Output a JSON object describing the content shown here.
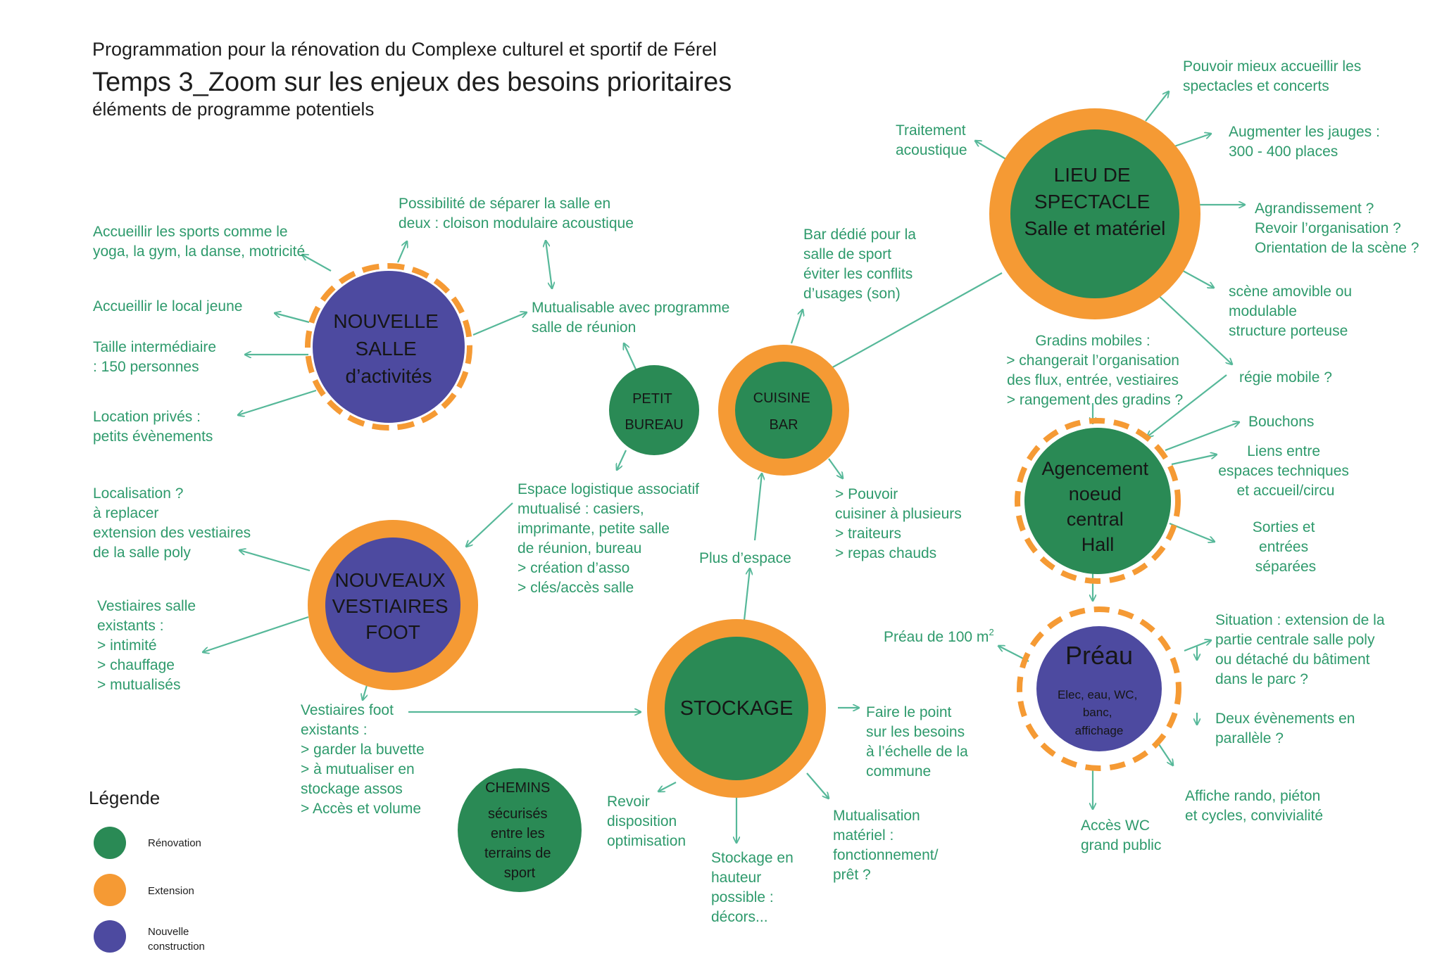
{
  "header": {
    "line1": "Programmation pour la rénovation du Complexe culturel et sportif de Férel",
    "line2": "Temps 3_Zoom sur les enjeux des besoins prioritaires",
    "line3": "éléments de programme potentiels"
  },
  "colors": {
    "renovation": "#2a8a55",
    "extension": "#f59a34",
    "new": "#4d4aa0",
    "label": "#2e9a6c",
    "arrow": "#56b899"
  },
  "nodes": {
    "lieu": [
      "LIEU DE",
      "SPECTACLE",
      "Salle et matériel"
    ],
    "salle": [
      "NOUVELLE",
      "SALLE",
      "d’activités"
    ],
    "vestiaires": [
      "NOUVEAUX",
      "VESTIAIRES",
      "FOOT"
    ],
    "stockage": [
      "STOCKAGE"
    ],
    "bureau": [
      "PETIT",
      "BUREAU"
    ],
    "cuisine": [
      "CUISINE",
      "BAR"
    ],
    "hall": [
      "Agencement",
      "noeud",
      "central",
      "Hall"
    ],
    "preau_title": "Préau",
    "preau_sub": [
      "Elec, eau, WC,",
      "banc,",
      "affichage"
    ],
    "chemins": [
      "CHEMINS",
      "sécurisés",
      "entre les",
      "terrains de",
      "sport"
    ]
  },
  "labels": {
    "spectacles": [
      "Pouvoir mieux accueillir les",
      "spectacles et concerts"
    ],
    "jauges": [
      "Augmenter les jauges :",
      "300 - 400 places"
    ],
    "agrandissement": [
      "Agrandissement ?",
      "Revoir l’organisation ?",
      "Orientation de la scène ?"
    ],
    "scene": [
      "scène amovible ou",
      "modulable",
      "structure porteuse"
    ],
    "regie": [
      "régie mobile ?"
    ],
    "gradins": [
      "Gradins mobiles :",
      "> changerait l’organisation",
      "des flux, entrée, vestiaires",
      "> rangement des gradins ?"
    ],
    "acoustique": [
      "Traitement",
      "acoustique"
    ],
    "separer": [
      "Possibilité de séparer la salle en",
      "deux : cloison modulaire acoustique"
    ],
    "sports": [
      "Accueillir les sports comme le",
      "yoga, la gym, la danse, motricité"
    ],
    "local_jeune": [
      "Accueillir le local jeune"
    ],
    "taille": [
      "Taille intermédiaire",
      " : 150 personnes"
    ],
    "location": [
      "Location privés :",
      "petits évènements"
    ],
    "mutualisable": [
      "Mutualisable avec programme",
      "salle de réunion"
    ],
    "bar": [
      "Bar dédié pour la",
      "salle de sport",
      "éviter les conflits",
      "d’usages (son)"
    ],
    "logistique": [
      "Espace logistique associatif",
      "mutualisé : casiers,",
      "imprimante, petite salle",
      "de réunion, bureau",
      "> création d’asso",
      "> clés/accès salle"
    ],
    "cuisiner": [
      "> Pouvoir",
      "cuisiner à plusieurs",
      "> traiteurs",
      "> repas chauds"
    ],
    "plus_espace": [
      "Plus d’espace"
    ],
    "localisation": [
      "Localisation ?",
      "à replacer",
      "extension des vestiaires",
      "de la salle poly"
    ],
    "vestiaires_salle": [
      "Vestiaires salle",
      "existants :",
      "> intimité",
      "> chauffage",
      "> mutualisés"
    ],
    "vestiaires_foot": [
      "Vestiaires foot",
      "existants :",
      "> garder la buvette",
      "> à mutualiser en",
      "stockage assos",
      "> Accès et volume"
    ],
    "revoir": [
      "Revoir",
      "disposition",
      "optimisation"
    ],
    "hauteur": [
      "Stockage en",
      "hauteur",
      "possible :",
      "décors..."
    ],
    "mutualisation": [
      "Mutualisation",
      "matériel :",
      "fonctionnement/",
      "prêt ?"
    ],
    "faire_point": [
      "Faire le point",
      "sur les besoins",
      "à l’échelle de la",
      "commune"
    ],
    "bouchons": [
      "Bouchons"
    ],
    "liens": [
      "Liens entre",
      "espaces techniques",
      "et accueil/circu"
    ],
    "sorties": [
      "Sorties et",
      "entrées",
      "séparées"
    ],
    "preau100": "Préau de 100 m",
    "preau100_sup": "2",
    "situation": [
      "Situation : extension de la",
      "partie centrale salle poly",
      "ou détaché du bâtiment",
      "dans le parc ?"
    ],
    "deux_evenements": [
      "Deux évènements en",
      "parallèle ?"
    ],
    "affiche": [
      "Affiche rando, piéton",
      "et cycles, convivialité"
    ],
    "acces_wc": [
      "Accès WC",
      "grand public"
    ]
  },
  "legend": {
    "title": "Légende",
    "renovation": "Rénovation",
    "extension": "Extension",
    "new_line1": "Nouvelle",
    "new_line2": "construction"
  }
}
